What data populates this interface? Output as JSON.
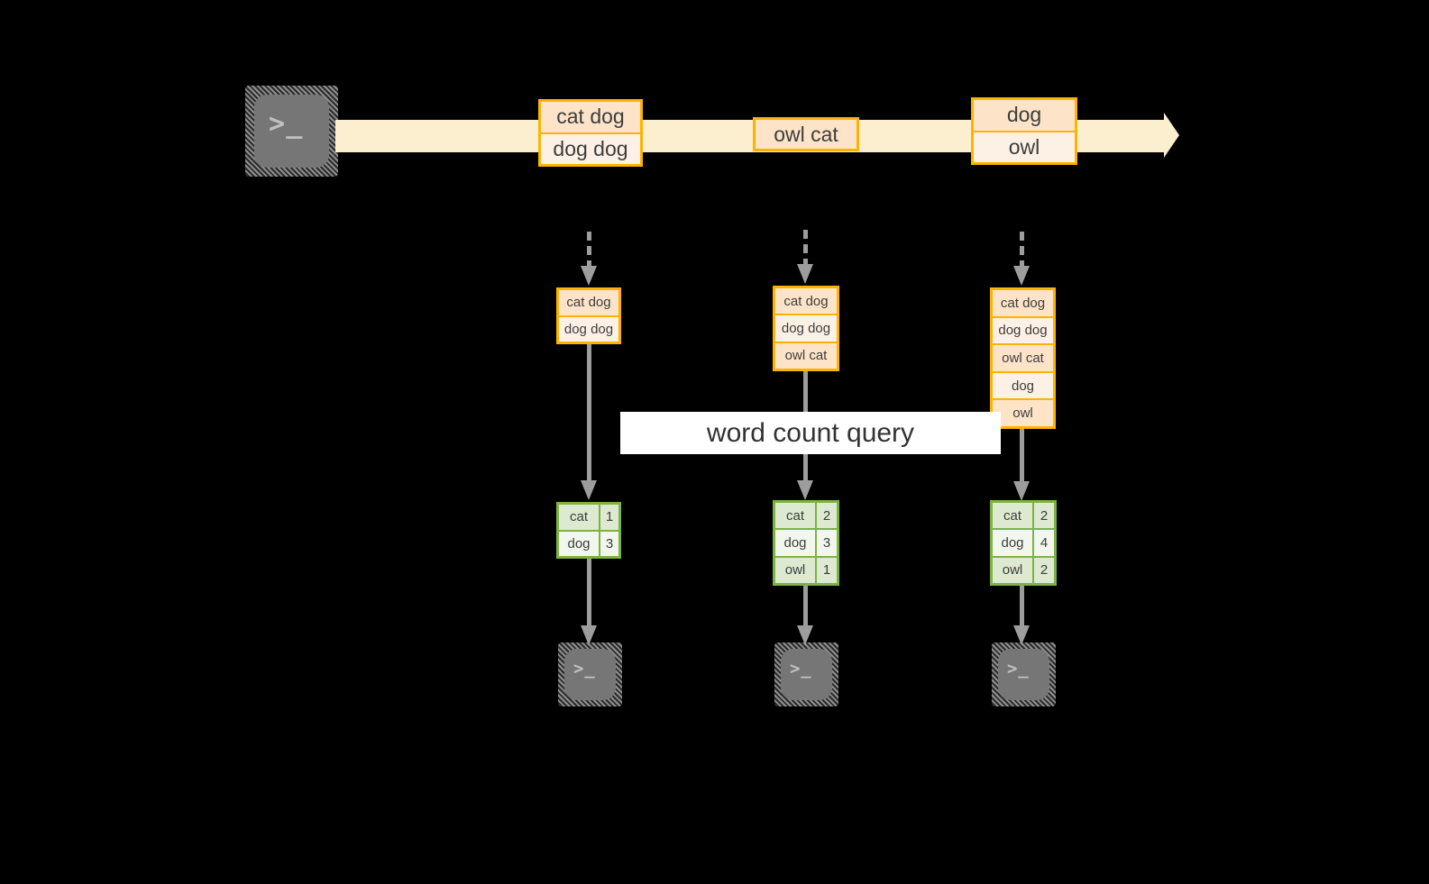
{
  "diagram": {
    "title_label": "word count query",
    "colors": {
      "background": "#000000",
      "stream_band": "#fcefd0",
      "event_border": "#ffb300",
      "event_fill_dark": "#fde4c8",
      "event_fill_light": "#fdf1e6",
      "result_border": "#7cb342",
      "result_fill_dark": "#dde9d0",
      "result_fill_light": "#f2f7ed",
      "arrow_gray": "#9d9d9d",
      "terminal_fill": "#767676"
    },
    "icons": {
      "producer_terminal": "terminal-icon",
      "consumer_terminal": "terminal-icon",
      "prompt_glyph": ">_"
    },
    "stream": {
      "events": [
        {
          "id": "event-group-1",
          "lines": [
            "cat dog",
            "dog dog"
          ]
        },
        {
          "id": "event-group-2",
          "lines": [
            "owl cat"
          ]
        },
        {
          "id": "event-group-3",
          "lines": [
            "dog",
            "owl"
          ]
        }
      ]
    },
    "snapshots": [
      {
        "id": "snapshot-1",
        "events": [
          "cat dog",
          "dog dog"
        ],
        "results": [
          {
            "word": "cat",
            "count": "1"
          },
          {
            "word": "dog",
            "count": "3"
          }
        ]
      },
      {
        "id": "snapshot-2",
        "events": [
          "cat dog",
          "dog dog",
          "owl cat"
        ],
        "results": [
          {
            "word": "cat",
            "count": "2"
          },
          {
            "word": "dog",
            "count": "3"
          },
          {
            "word": "owl",
            "count": "1"
          }
        ]
      },
      {
        "id": "snapshot-3",
        "events": [
          "cat dog",
          "dog dog",
          "owl cat",
          "dog",
          "owl"
        ],
        "results": [
          {
            "word": "cat",
            "count": "2"
          },
          {
            "word": "dog",
            "count": "4"
          },
          {
            "word": "owl",
            "count": "2"
          }
        ]
      }
    ]
  }
}
